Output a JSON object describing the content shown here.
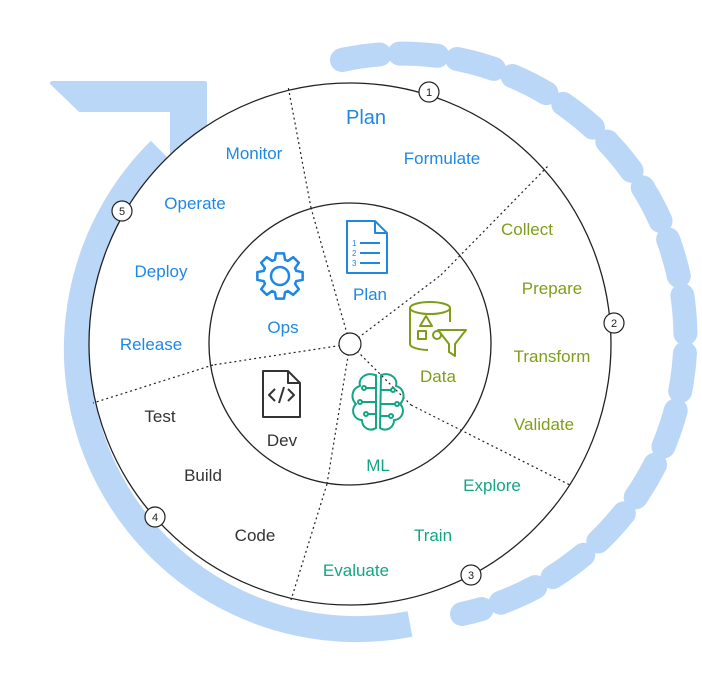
{
  "colors": {
    "blue": "#1E88E5",
    "olive": "#7E9E1A",
    "teal": "#13A585",
    "dark": "#333333",
    "arrow": "#BBD7F8",
    "line": "#222222"
  },
  "center_labels": {
    "plan": "Plan",
    "ops": "Ops",
    "data": "Data",
    "ml": "ML",
    "dev": "Dev"
  },
  "outer_labels": {
    "plan_title": "Plan",
    "formulate": "Formulate",
    "collect": "Collect",
    "prepare": "Prepare",
    "transform": "Transform",
    "validate": "Validate",
    "explore": "Explore",
    "train": "Train",
    "evaluate": "Evaluate",
    "code": "Code",
    "build": "Build",
    "test": "Test",
    "release": "Release",
    "deploy": "Deploy",
    "operate": "Operate",
    "monitor": "Monitor"
  },
  "step_markers": {
    "one": "1",
    "two": "2",
    "three": "3",
    "four": "4",
    "five": "5"
  },
  "icons": {
    "plan": "checklist-document-icon",
    "ops": "gear-icon",
    "data": "data-shapes-funnel-icon",
    "ml": "brain-circuit-icon",
    "dev": "code-file-icon"
  }
}
